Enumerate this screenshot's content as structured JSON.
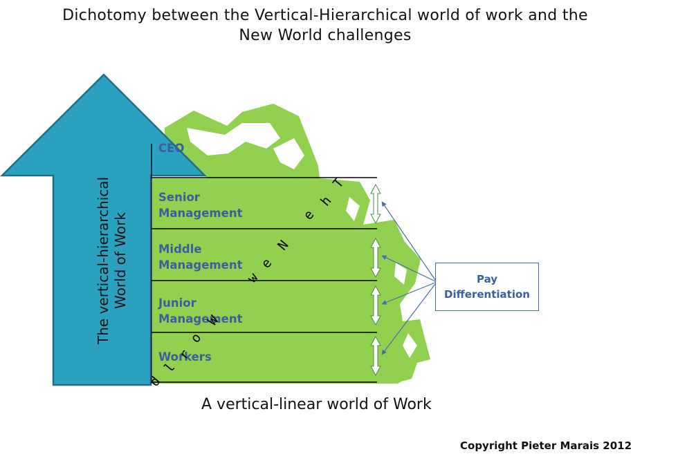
{
  "title": {
    "line1": "Dichotomy between the Vertical-Hierarchical world of work and the",
    "line2": "New World challenges"
  },
  "arrow_label": {
    "line1": "The vertical-hierarchical",
    "line2": "World of Work"
  },
  "levels": {
    "ceo": {
      "line1": "CEO"
    },
    "senior": {
      "line1": "Senior",
      "line2": "Management"
    },
    "middle": {
      "line1": "Middle",
      "line2": "Management"
    },
    "junior": {
      "line1": "Junior",
      "line2": "Management"
    },
    "workers": {
      "line1": "Workers"
    }
  },
  "new_world": {
    "letters": [
      "T",
      "h",
      "e",
      "N",
      "e",
      "w",
      "W",
      "o",
      "r",
      "l",
      "d"
    ]
  },
  "pay_box": {
    "line1": "Pay",
    "line2": "Differentiation"
  },
  "caption": "A vertical-linear world of Work",
  "copyright": "Copyright Pieter Marais 2012",
  "colors": {
    "arrow_fill": "#2aa1bf",
    "arrow_stroke": "#1e6f86",
    "green": "#92d050",
    "level_text": "#3b5f9a",
    "line": "#000000",
    "connector": "#4a6fa8"
  }
}
